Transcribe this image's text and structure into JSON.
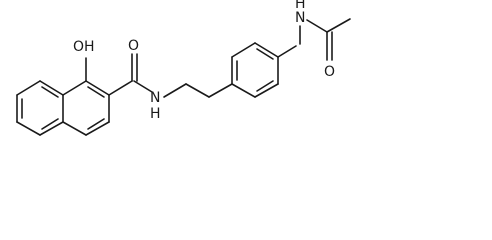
{
  "structure": {
    "atom_labels": {
      "hydroxyl": "OH",
      "amide_oxygen": "O",
      "amide_nitrogen": "N",
      "amide_nitrogen_h": "H",
      "acetamide_nitrogen": "N",
      "acetamide_nitrogen_h": "H",
      "acetamide_oxygen": "O"
    }
  }
}
